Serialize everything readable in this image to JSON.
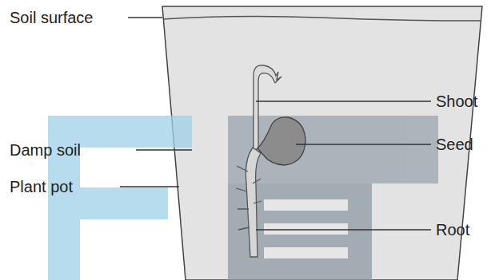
{
  "diagram": {
    "labels": [
      "Soil surface",
      "Damp soil",
      "Plant pot",
      "Shoot",
      "Seed",
      "Root"
    ]
  }
}
